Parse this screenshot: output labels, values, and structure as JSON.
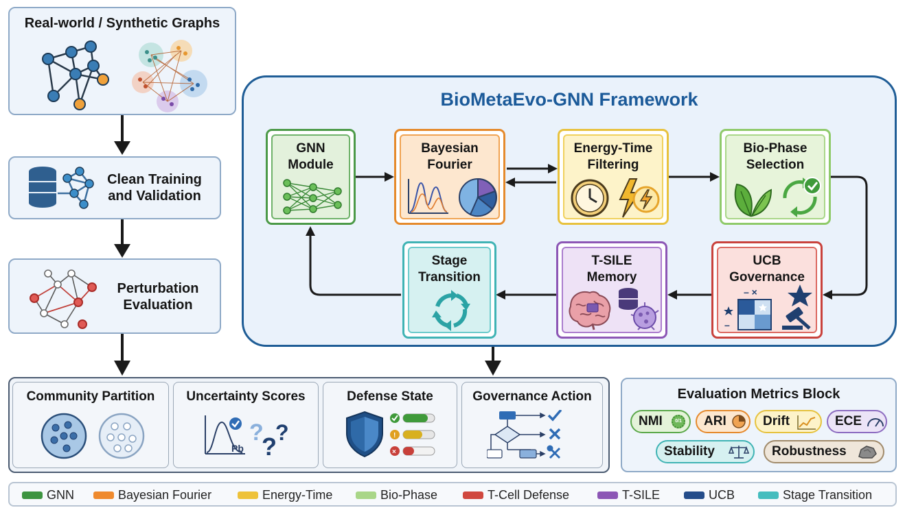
{
  "title": "BioMetaEvo-GNN Framework",
  "left_pipeline": {
    "graphs": "Real-world / Synthetic Graphs",
    "training": "Clean Training\nand Validation",
    "perturbation": "Perturbation\nEvaluation"
  },
  "modules": {
    "gnn": "GNN\nModule",
    "bayesian": "Bayesian\nFourier",
    "energy": "Energy-Time\nFiltering",
    "biophase": "Bio-Phase\nSelection",
    "ucb": "UCB\nGovernance",
    "tsile": "T-SILE\nMemory",
    "stage": "Stage\nTransition"
  },
  "outputs": {
    "community": "Community Partition",
    "uncertainty": "Uncertainty Scores",
    "uncertainty_glyph": "Pb",
    "defense": "Defense State",
    "governance": "Governance Action"
  },
  "metrics": {
    "title": "Evaluation Metrics Block",
    "items": [
      "NMI",
      "ARI",
      "Drift",
      "ECE",
      "Stability",
      "Robustness"
    ],
    "nmi_glyph": "0/1"
  },
  "legend": [
    {
      "label": "GNN",
      "color": "#3d9440"
    },
    {
      "label": "Bayesian Fourier",
      "color": "#ef8a2e"
    },
    {
      "label": "Energy-Time",
      "color": "#eec23a"
    },
    {
      "label": "Bio-Phase",
      "color": "#a9d688"
    },
    {
      "label": "T-Cell Defense",
      "color": "#d0483f"
    },
    {
      "label": "T-SILE",
      "color": "#8c56b5"
    },
    {
      "label": "UCB",
      "color": "#244c8a"
    },
    {
      "label": "Stage Transition",
      "color": "#45bdbe"
    }
  ],
  "colors": {
    "panel_border": "#8ea9c7",
    "panel_fill": "#eef4fb",
    "title_blue": "#1b5a99",
    "arrow": "#1a1a1a"
  }
}
